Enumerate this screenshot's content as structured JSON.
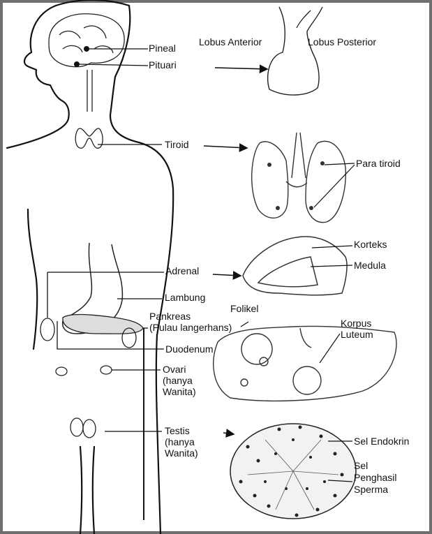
{
  "labels": {
    "pineal": "Pineal",
    "pituari": "Pituari",
    "lobus_anterior": "Lobus Anterior",
    "lobus_posterior": "Lobus Posterior",
    "tiroid": "Tiroid",
    "para_tiroid": "Para tiroid",
    "korteks": "Korteks",
    "medula": "Medula",
    "adrenal": "Adrenal",
    "lambung": "Lambung",
    "folikel": "Folikel",
    "pankreas_line1": "Pankreas",
    "pankreas_line2": "(Pulau langerhans)",
    "korpus_line1": "Korpus",
    "korpus_line2": "Luteum",
    "duodenum": "Duodenum",
    "ovari_line1": "Ovari",
    "ovari_line2": "(hanya",
    "ovari_line3": "Wanita)",
    "testis_line1": "Testis",
    "testis_line2": "(hanya",
    "testis_line3": "Wanita)",
    "sel_endokrin": "Sel Endokrin",
    "sel_penghasil_line1": "Sel",
    "sel_penghasil_line2": "Penghasil",
    "sel_penghasil_line3": "Sperma"
  },
  "colors": {
    "frame": "#6f6f6f",
    "ink": "#111111"
  }
}
